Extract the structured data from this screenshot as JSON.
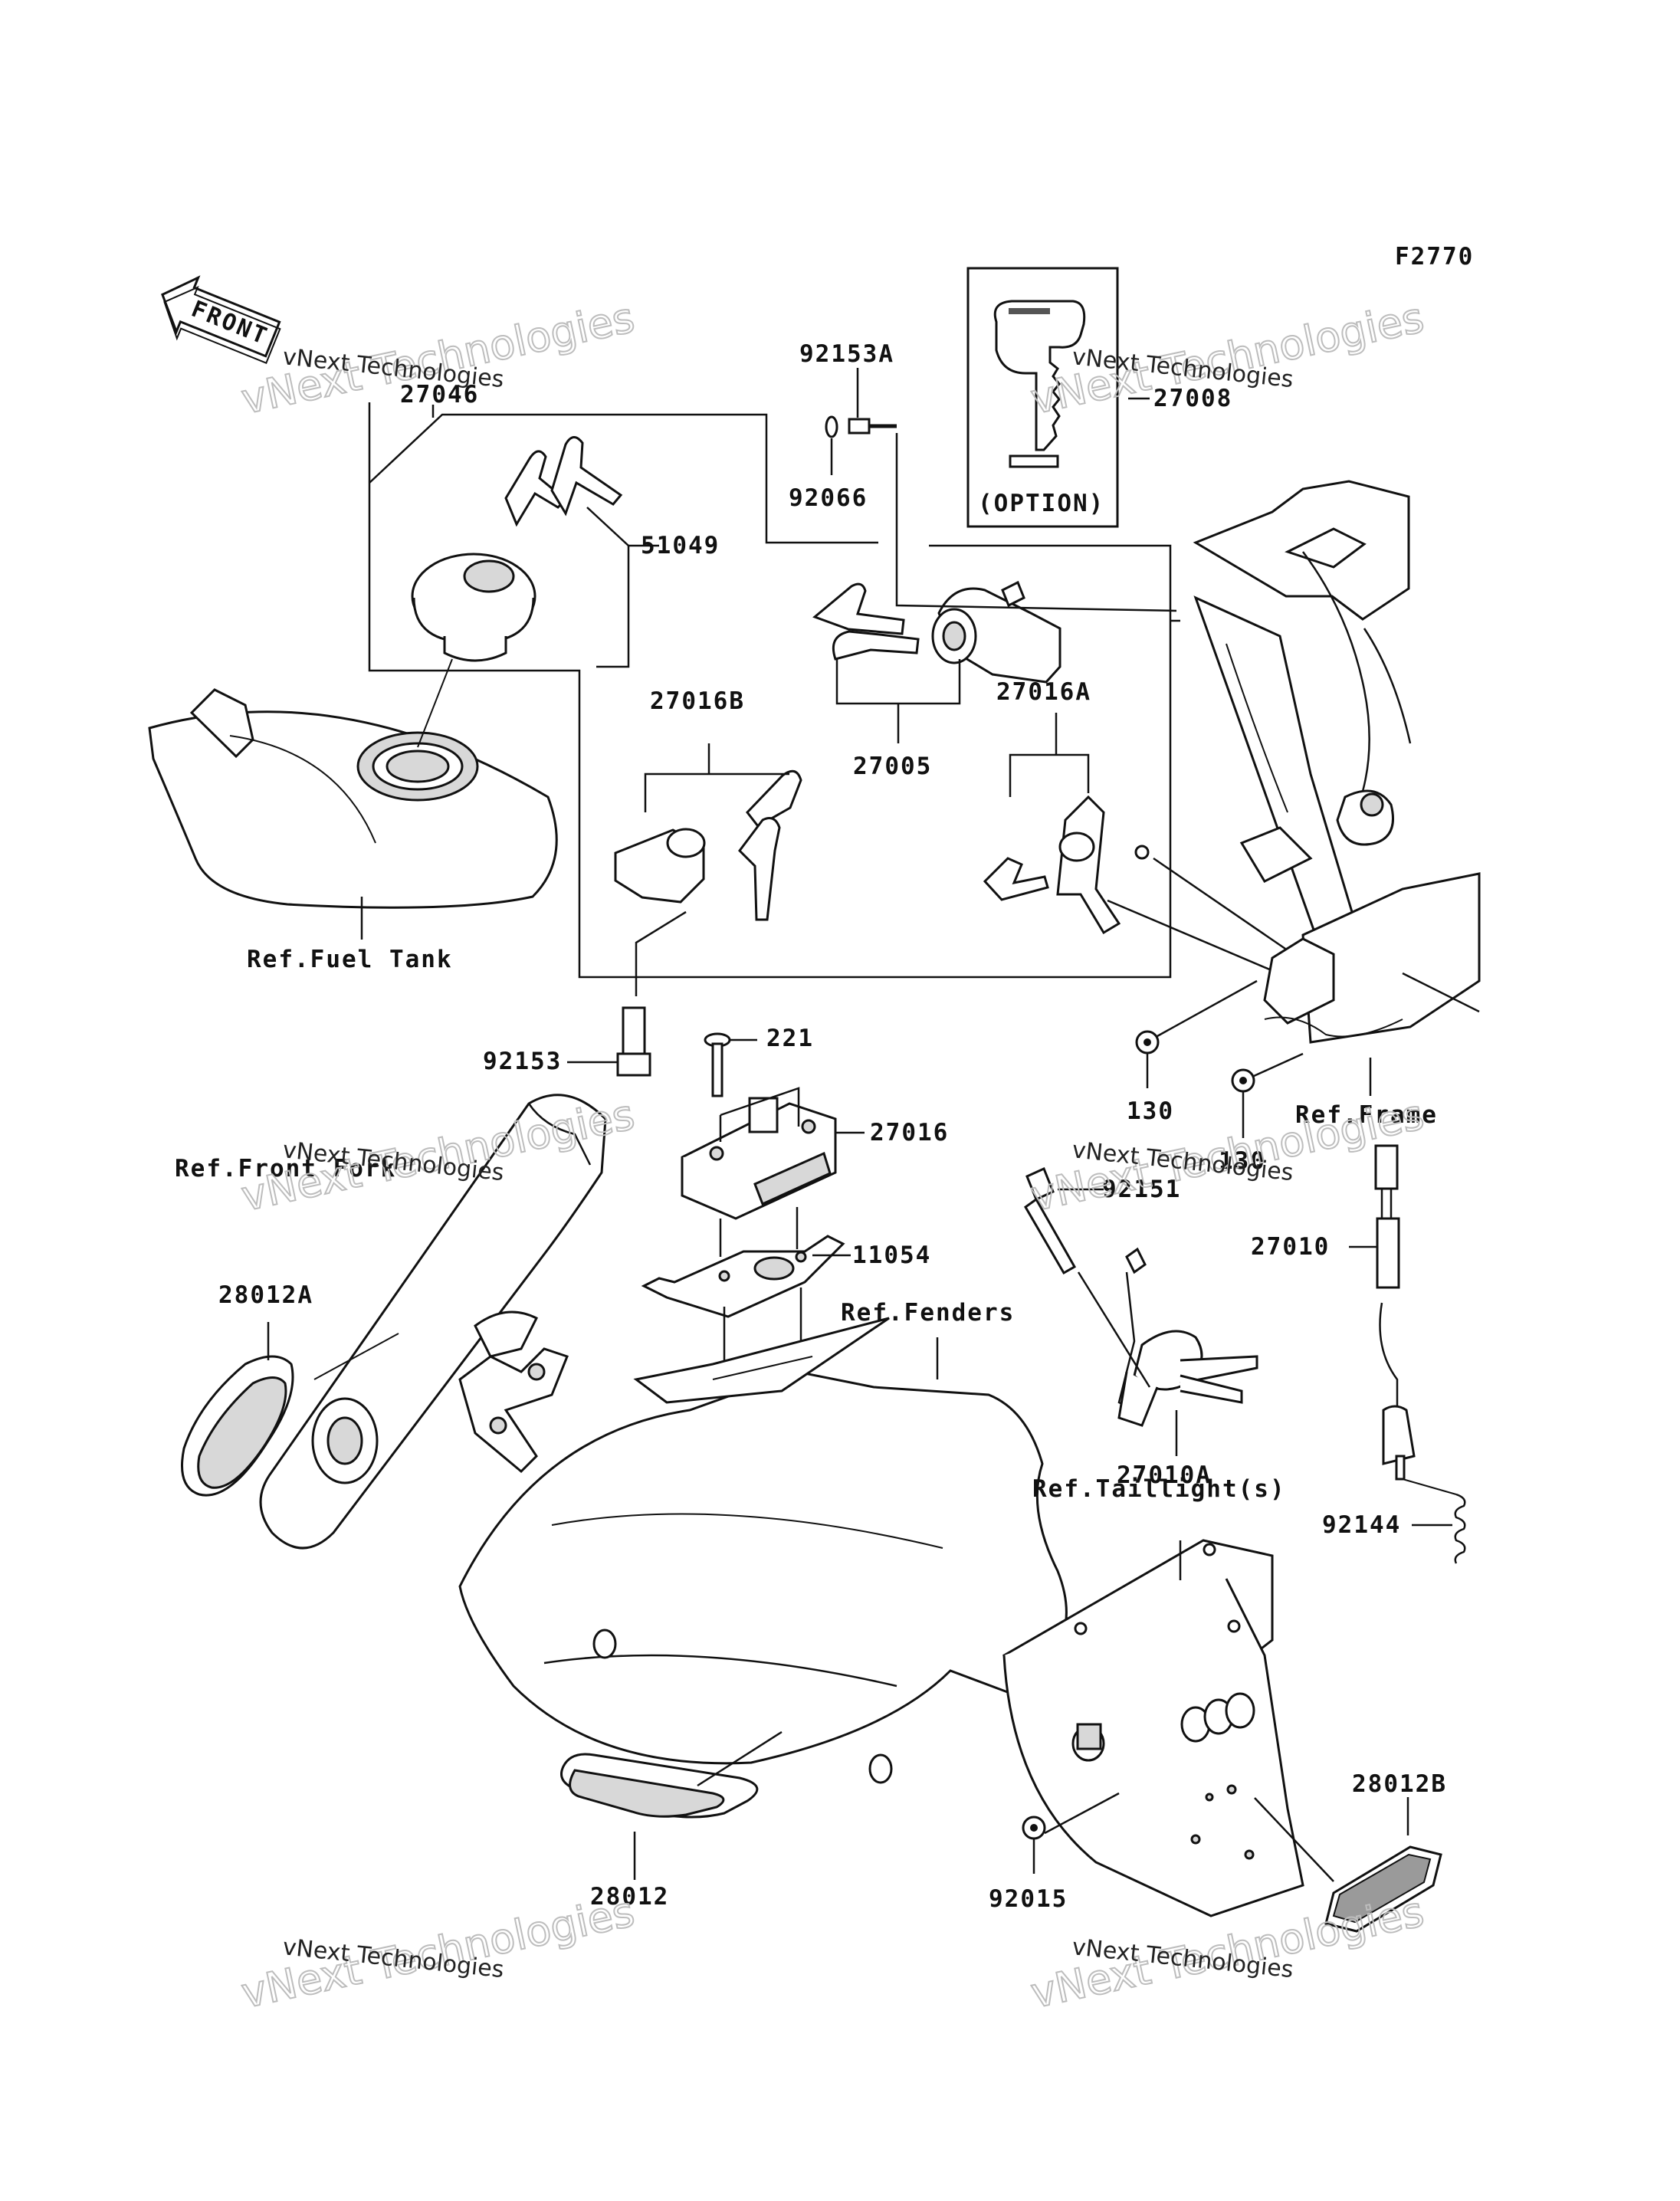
{
  "figure_code": "F2770",
  "front_label": "FRONT",
  "option_label": "(OPTION)",
  "watermark": {
    "line1": "vNext Technologies",
    "line2": "vNext Technologies"
  },
  "part_numbers": {
    "p27046": "27046",
    "p51049": "51049",
    "p92153A": "92153A",
    "p92066": "92066",
    "p27008": "27008",
    "p27005": "27005",
    "p27016B": "27016B",
    "p27016A": "27016A",
    "p92153": "92153",
    "p221": "221",
    "p27016": "27016",
    "p11054": "11054",
    "p130a": "130",
    "p130b": "130",
    "p92151": "92151",
    "p27010": "27010",
    "p27010A": "27010A",
    "p28012A": "28012A",
    "p28012": "28012",
    "p28012B": "28012B",
    "p92144": "92144",
    "p92015": "92015"
  },
  "references": {
    "fuel_tank": "Ref.Fuel Tank",
    "front_fork": "Ref.Front Fork",
    "frame": "Ref.Frame",
    "fenders": "Ref.Fenders",
    "taillight": "Ref.Taillight(s)"
  }
}
